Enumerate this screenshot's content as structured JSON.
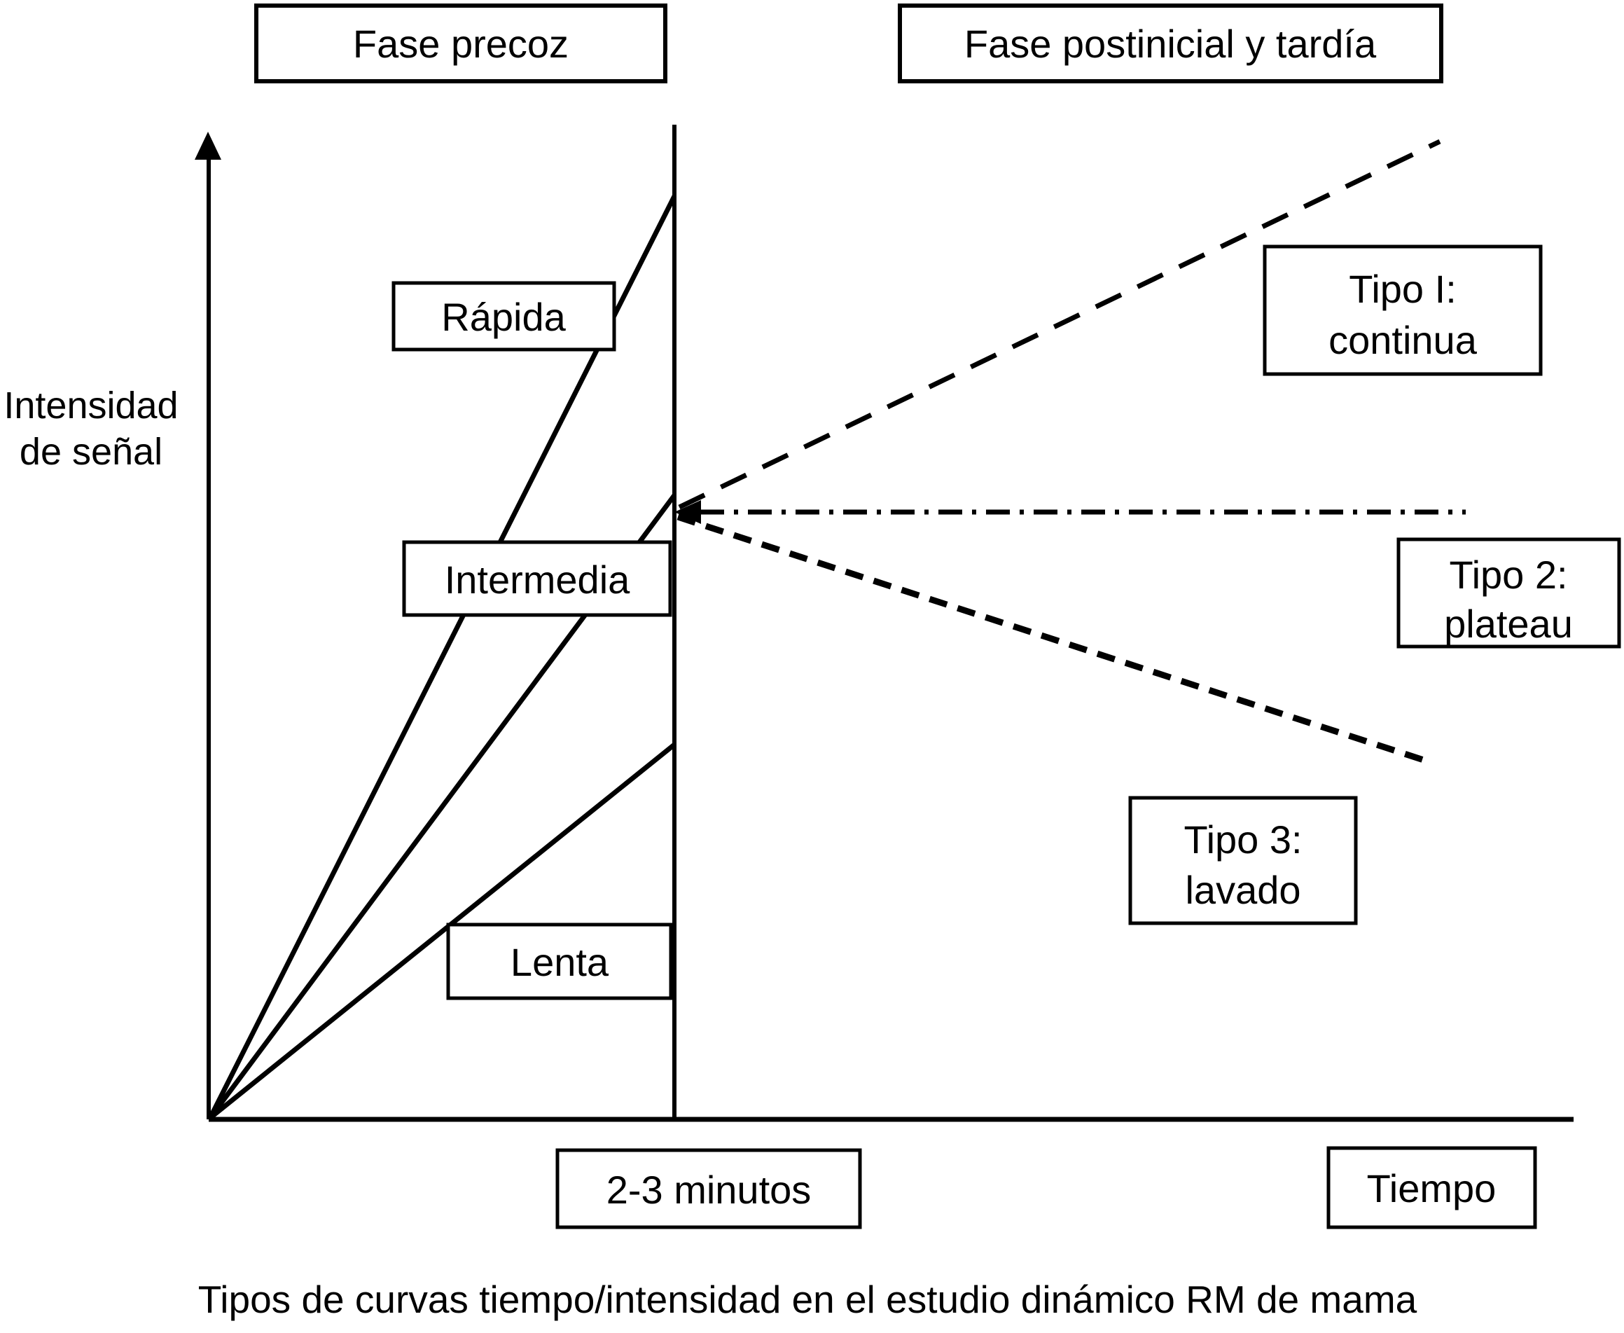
{
  "figure": {
    "phases": {
      "early_label": "Fase precoz",
      "late_label": "Fase postinicial y tardía"
    },
    "y_axis": {
      "label_line1": "Intensidad",
      "label_line2": "de señal"
    },
    "x_axis": {
      "boundary_label": "2-3 minutos",
      "label": "Tiempo"
    },
    "early_curve_labels": {
      "fast": "Rápida",
      "intermediate": "Intermedia",
      "slow": "Lenta"
    },
    "late_curve_labels": {
      "type1_line1": "Tipo I:",
      "type1_line2": "continua",
      "type2_line1": "Tipo 2:",
      "type2_line2": "plateau",
      "type3_line1": "Tipo 3:",
      "type3_line2": "lavado"
    },
    "caption": "Tipos de curvas tiempo/intensidad en el estudio dinámico RM de mama",
    "colors": {
      "ink": "#000000",
      "background": "#ffffff"
    }
  },
  "chart_data": {
    "type": "line",
    "title": "Tipos de curvas tiempo/intensidad en el estudio dinámico RM de mama",
    "xlabel": "Tiempo",
    "ylabel": "Intensidad de señal",
    "axis_units": "normalized 0-1 (qualitative schematic, no numeric ticks)",
    "grid": false,
    "legend_position": "inline boxed labels",
    "phase_boundary_x": 0.34,
    "phase_boundary_label": "2-3 minutos",
    "series": [
      {
        "name": "Rápida (fase precoz)",
        "style": "solid",
        "x": [
          0,
          0.34
        ],
        "y": [
          0,
          0.93
        ]
      },
      {
        "name": "Intermedia (fase precoz)",
        "style": "solid",
        "x": [
          0,
          0.34
        ],
        "y": [
          0,
          0.63
        ]
      },
      {
        "name": "Lenta (fase precoz)",
        "style": "solid",
        "x": [
          0,
          0.34
        ],
        "y": [
          0,
          0.38
        ]
      },
      {
        "name": "Tipo I: continua",
        "style": "dashed",
        "x": [
          0.34,
          0.9
        ],
        "y": [
          0.61,
          0.98
        ]
      },
      {
        "name": "Tipo 2: plateau",
        "style": "dash-dot",
        "x": [
          0.34,
          0.92
        ],
        "y": [
          0.61,
          0.61
        ]
      },
      {
        "name": "Tipo 3: lavado",
        "style": "dashed",
        "x": [
          0.34,
          0.89
        ],
        "y": [
          0.61,
          0.36
        ]
      }
    ]
  }
}
